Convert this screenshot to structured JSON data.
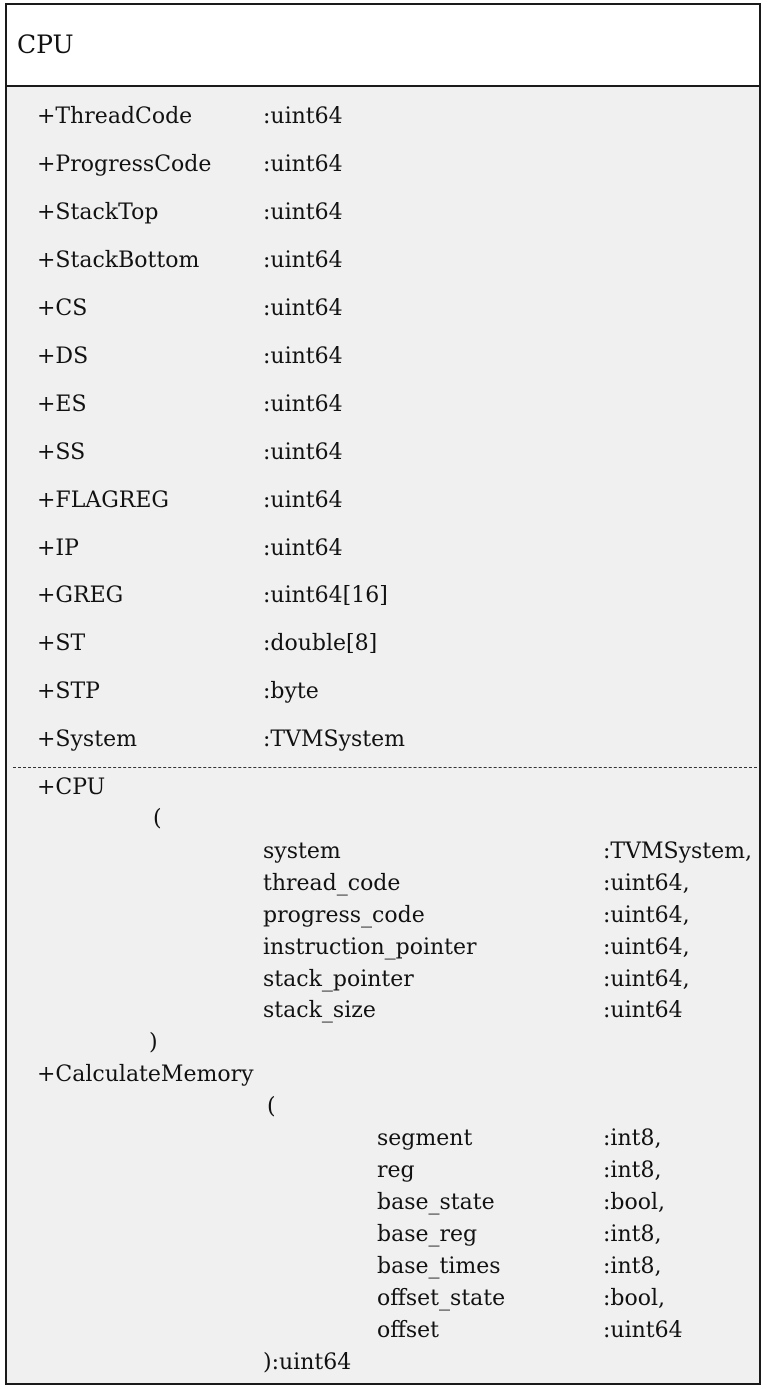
{
  "class_name": "CPU",
  "attributes": [
    {
      "name": "+ThreadCode",
      "type": ":uint64"
    },
    {
      "name": "+ProgressCode",
      "type": ":uint64"
    },
    {
      "name": "+StackTop",
      "type": ":uint64"
    },
    {
      "name": "+StackBottom",
      "type": ":uint64"
    },
    {
      "name": "+CS",
      "type": ":uint64"
    },
    {
      "name": "+DS",
      "type": ":uint64"
    },
    {
      "name": "+ES",
      "type": ":uint64"
    },
    {
      "name": "+SS",
      "type": ":uint64"
    },
    {
      "name": "+FLAGREG",
      "type": ":uint64"
    },
    {
      "name": "+IP",
      "type": ":uint64"
    },
    {
      "name": "+GREG",
      "type": ":uint64[16]"
    },
    {
      "name": "+ST",
      "type": ":double[8]"
    },
    {
      "name": "+STP",
      "type": ":byte"
    },
    {
      "name": "+System",
      "type": ":TVMSystem"
    }
  ],
  "methods": [
    {
      "name": "+CPU",
      "open": "(",
      "close": ")",
      "params": [
        {
          "name": "system",
          "type": ":TVMSystem,"
        },
        {
          "name": "thread_code",
          "type": ":uint64,"
        },
        {
          "name": "progress_code",
          "type": ":uint64,"
        },
        {
          "name": "instruction_pointer",
          "type": ":uint64,"
        },
        {
          "name": "stack_pointer",
          "type": ":uint64,"
        },
        {
          "name": "stack_size",
          "type": ":uint64"
        }
      ]
    },
    {
      "name": "+CalculateMemory",
      "open": "(",
      "close": "):uint64",
      "params": [
        {
          "name": "segment",
          "type": ":int8,"
        },
        {
          "name": "reg",
          "type": ":int8,"
        },
        {
          "name": "base_state",
          "type": ":bool,"
        },
        {
          "name": "base_reg",
          "type": ":int8,"
        },
        {
          "name": "base_times",
          "type": ":int8,"
        },
        {
          "name": "offset_state",
          "type": ":bool,"
        },
        {
          "name": "offset",
          "type": ":uint64"
        }
      ]
    }
  ]
}
